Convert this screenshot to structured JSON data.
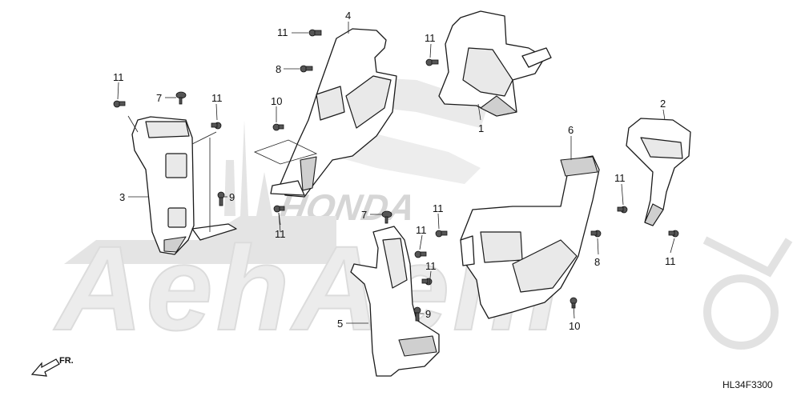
{
  "diagram": {
    "callouts": [
      {
        "id": "c1",
        "text": "1"
      },
      {
        "id": "c2",
        "text": "2"
      },
      {
        "id": "c3",
        "text": "3"
      },
      {
        "id": "c4",
        "text": "4"
      },
      {
        "id": "c5",
        "text": "5"
      },
      {
        "id": "c6",
        "text": "6"
      },
      {
        "id": "c7a",
        "text": "7"
      },
      {
        "id": "c7b",
        "text": "7"
      },
      {
        "id": "c8a",
        "text": "8"
      },
      {
        "id": "c8b",
        "text": "8"
      },
      {
        "id": "c9a",
        "text": "9"
      },
      {
        "id": "c9b",
        "text": "9"
      },
      {
        "id": "c10a",
        "text": "10"
      },
      {
        "id": "c10b",
        "text": "10"
      },
      {
        "id": "c11a",
        "text": "11"
      },
      {
        "id": "c11b",
        "text": "11"
      },
      {
        "id": "c11c",
        "text": "11"
      },
      {
        "id": "c11d",
        "text": "11"
      },
      {
        "id": "c11e",
        "text": "11"
      },
      {
        "id": "c11f",
        "text": "11"
      },
      {
        "id": "c11g",
        "text": "11"
      },
      {
        "id": "c11h",
        "text": "11"
      },
      {
        "id": "c11i",
        "text": "11"
      },
      {
        "id": "c11j",
        "text": "11"
      }
    ],
    "direction_label": "FR.",
    "diagram_code": "HL34F3300",
    "watermark_brand": "HONDA",
    "watermark_text": "AehAem"
  },
  "colors": {
    "line": "#1a1a1a",
    "watermark": "#dcdcdc",
    "background": "#ffffff"
  }
}
